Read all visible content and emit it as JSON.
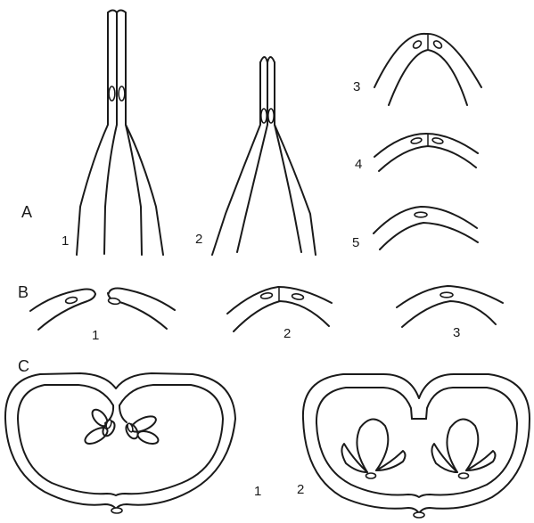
{
  "panels": {
    "A": {
      "label": "A",
      "numbers": [
        "1",
        "2",
        "3",
        "4",
        "5"
      ]
    },
    "B": {
      "label": "B",
      "numbers": [
        "1",
        "2",
        "3"
      ]
    },
    "C": {
      "label": "C",
      "numbers": [
        "1",
        "2"
      ]
    }
  },
  "colors": {
    "ink": "#1a1a1a",
    "paper": "#ffffff"
  }
}
